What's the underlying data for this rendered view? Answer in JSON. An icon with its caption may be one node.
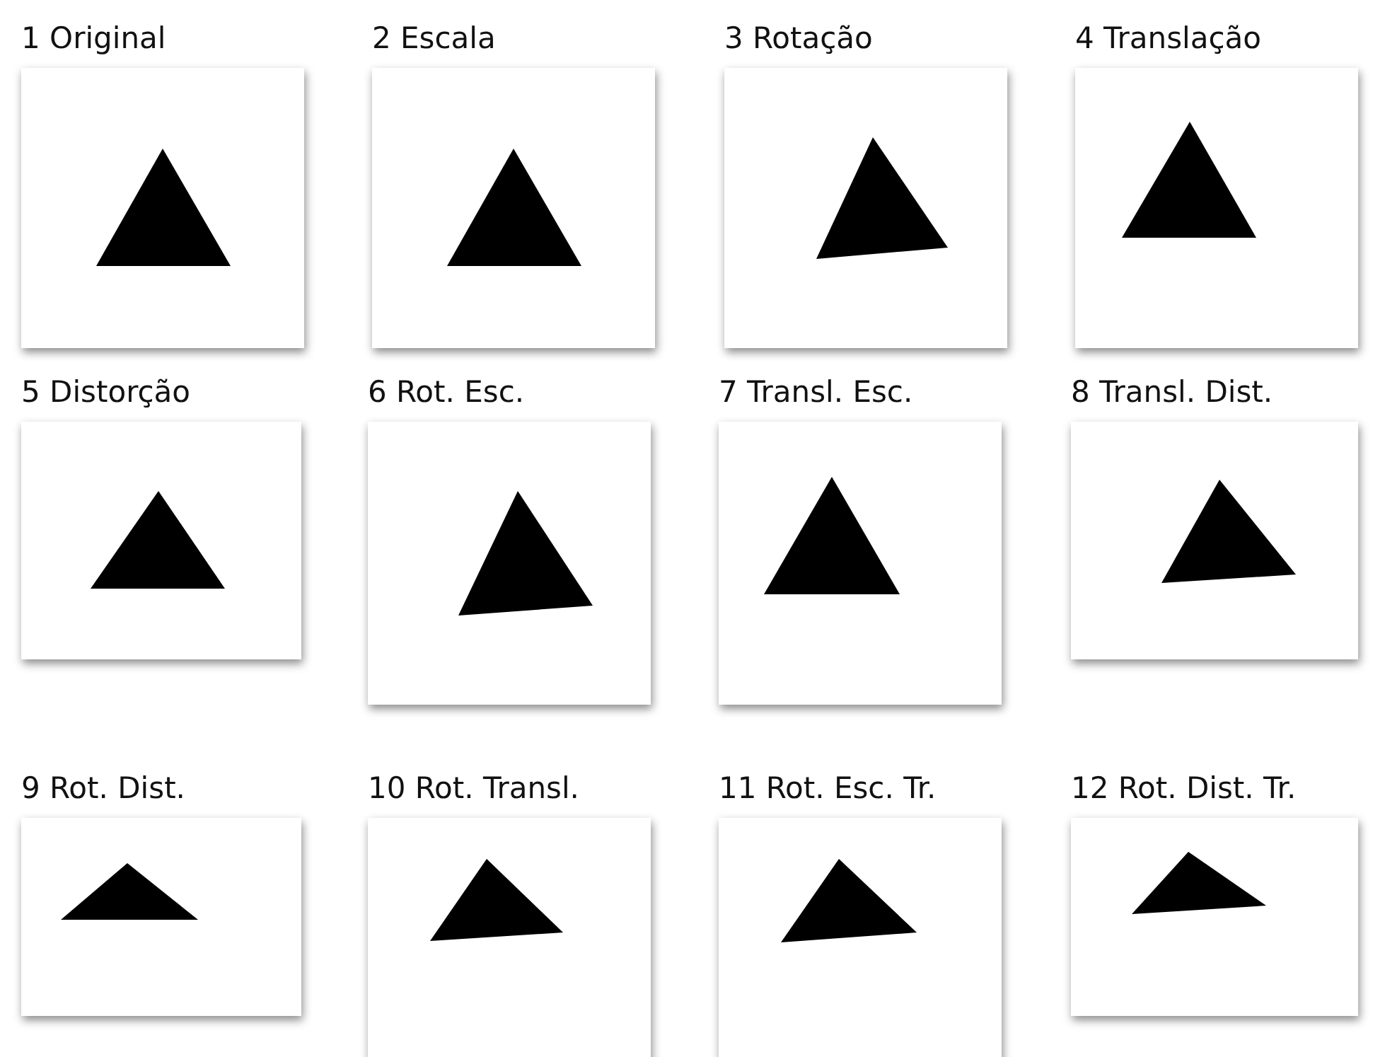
{
  "diagram": {
    "nodes": [
      {
        "text": [
          "1 Original"
        ]
      },
      {
        "text": [
          "2 Escala"
        ]
      },
      {
        "text": [
          "3 Rotação"
        ]
      },
      {
        "text": [
          "4 Translação"
        ]
      },
      {
        "text": [
          "5 Distorção"
        ]
      },
      {
        "text": [
          "6 Rot. Esc."
        ]
      },
      {
        "text": [
          "7 Transl. Esc."
        ]
      },
      {
        "text": [
          "8 Transl. Dist."
        ]
      },
      {
        "text": [
          "9 Rot. Dist."
        ]
      },
      {
        "text": [
          "10 Rot. Transl."
        ]
      },
      {
        "text": [
          "11 Rot. Esc. Tr."
        ]
      },
      {
        "text": [
          "12 Rot. Dist. Tr."
        ]
      }
    ]
  }
}
